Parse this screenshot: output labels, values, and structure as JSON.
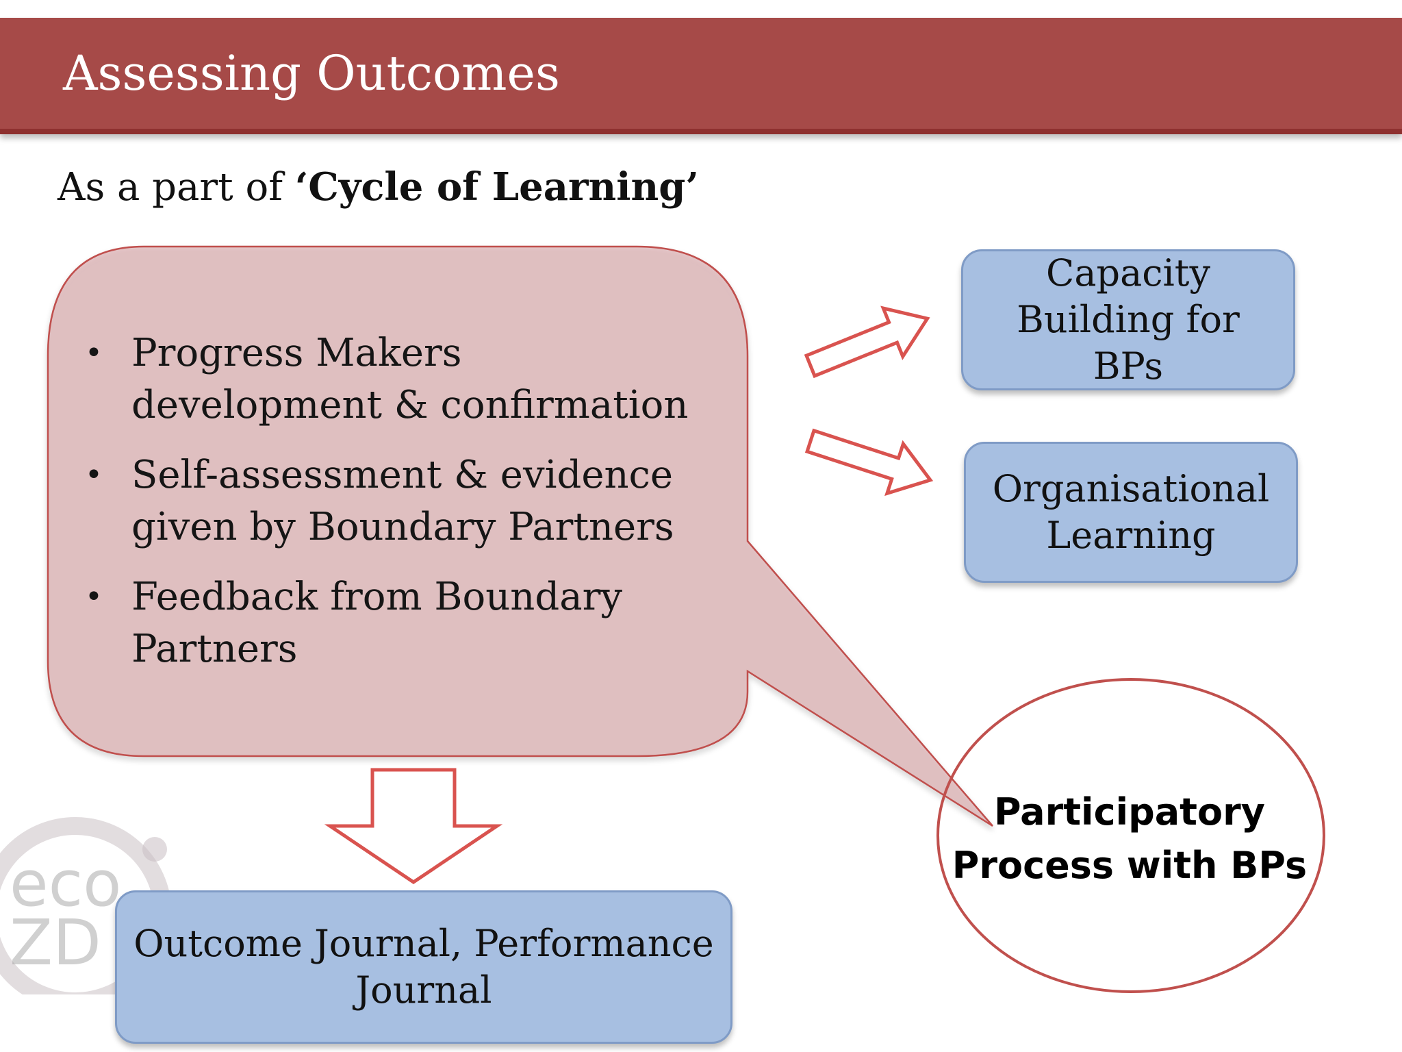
{
  "header": {
    "title": "Assessing Outcomes"
  },
  "subtitle": {
    "prefix": "As a part of ",
    "emphasis": "‘Cycle of Learning’"
  },
  "callout": {
    "bullets": [
      "Progress Makers development & confirmation",
      "Self-assessment & evidence given by Boundary Partners",
      "Feedback from Boundary Partners"
    ]
  },
  "boxes": {
    "capacity": "Capacity Building for BPs",
    "organisational": "Organisational Learning",
    "outcome": "Outcome Journal, Performance Journal"
  },
  "circle": {
    "label": "Participatory Process with BPs"
  },
  "logo": {
    "text_line1": "eco",
    "text_line2": "ZD"
  },
  "colors": {
    "header_bg": "#a64a48",
    "callout_fill": "#e2c5c6",
    "callout_stroke": "#c0504d",
    "box_fill": "#a7bfe1",
    "arrow_stroke": "#d9534f"
  }
}
